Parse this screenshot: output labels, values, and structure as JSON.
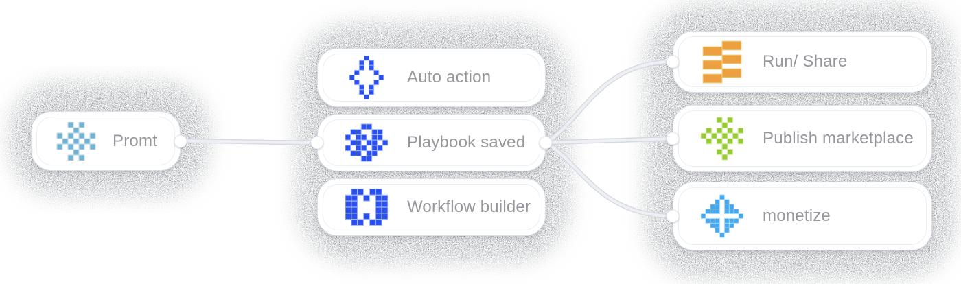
{
  "diagram_title": "workflow node graph",
  "colors": {
    "background": "#ffffff",
    "card_border": "#dcdfe7",
    "card_inner_border": "#eceef3",
    "label_text": "#96969c",
    "edge_line": "#eef0f4",
    "edge_line_outline": "#d7dae2",
    "grain_cloud": "#3f4449",
    "promt_blue": "#72b2d3",
    "action_blue": "#2b50f2",
    "run_orange": "#eda03f",
    "publish_green": "#97cb33",
    "monetize_azure": "#42a9f2"
  },
  "nodes": [
    {
      "id": "promt",
      "label": "Promt",
      "icon": "promt"
    },
    {
      "id": "auto-action",
      "label": "Auto action",
      "icon": "auto_action"
    },
    {
      "id": "playbook-saved",
      "label": "Playbook saved",
      "icon": "playbook"
    },
    {
      "id": "workflow-builder",
      "label": "Workflow builder",
      "icon": "workflow"
    },
    {
      "id": "run-share",
      "label": "Run/ Share",
      "icon": "run_share"
    },
    {
      "id": "publish-marketplace",
      "label": "Publish marketplace",
      "icon": "publish"
    },
    {
      "id": "monetize",
      "label": "monetize",
      "icon": "monetize"
    }
  ],
  "edges": [
    {
      "from": "promt",
      "to": "playbook-saved"
    },
    {
      "from": "playbook-saved",
      "to": "run-share"
    },
    {
      "from": "playbook-saved",
      "to": "publish-marketplace"
    },
    {
      "from": "playbook-saved",
      "to": "monetize"
    }
  ],
  "icons": {
    "promt": {
      "fill": "#72b2d3",
      "edge": "#c2dcea",
      "cell": 8,
      "grid": [
        "..X.X..",
        "...X...",
        "X.X.X.X",
        ".X.X.X.",
        "X.X.X.X",
        "...X...",
        "..X.X.."
      ]
    },
    "auto_action": {
      "fill": "#2b50f2",
      "edge": "#aabdf8",
      "cell": 8,
      "grid": [
        "...X...",
        "..X.X..",
        "..X.X..",
        ".X...X.",
        "X.....X",
        ".X...X.",
        "..X.X..",
        "..X.X..",
        "...X..."
      ]
    },
    "playbook": {
      "fill": "#2b50f2",
      "edge": "#aabdf8",
      "cell": 8,
      "grid": [
        "...XX...",
        ".XX..XX.",
        "X.XX.XX.",
        ".XX.XX.X",
        "X.XX.XX.",
        ".XX.XX..",
        "...XX..."
      ]
    },
    "workflow": {
      "fill": "#2b50f2",
      "edge": "#aabdf8",
      "cell": 8,
      "grid": [
        ".XX.XX.",
        "XX.X.XX",
        "XX...XX",
        "XX...XX",
        "XX.X.XX",
        ".XX.XX."
      ]
    },
    "publish": {
      "fill": "#97cb33",
      "edge": "#d2eb9e",
      "cell": 8,
      "grid": [
        "...X.X..",
        "....X...",
        ".X.X.X.X",
        "X.X.X.X.",
        ".X.X.X.X",
        "....X...",
        "...X.X..",
        "....X..."
      ]
    },
    "monetize": {
      "fill": "#42a9f2",
      "edge": "#b5dcfa",
      "cell": 8,
      "grid": [
        "....X....",
        "...X.X...",
        "..XX.XX..",
        ".XXX.XXX.",
        "X.......X",
        ".XXX.XXX.",
        "..XX.XX..",
        "...X.X...",
        "....X...."
      ]
    },
    "run_share": {
      "fill": "#eda03f",
      "edge": "#ecd88f",
      "bars": [
        {
          "x": 2,
          "y": 10,
          "w": 28,
          "h": 13
        },
        {
          "x": 2,
          "y": 30,
          "w": 28,
          "h": 13
        },
        {
          "x": 2,
          "y": 50,
          "w": 28,
          "h": 13
        },
        {
          "x": 30,
          "y": 2,
          "w": 28,
          "h": 13
        },
        {
          "x": 30,
          "y": 22,
          "w": 28,
          "h": 13
        },
        {
          "x": 30,
          "y": 42,
          "w": 28,
          "h": 13
        }
      ]
    }
  }
}
